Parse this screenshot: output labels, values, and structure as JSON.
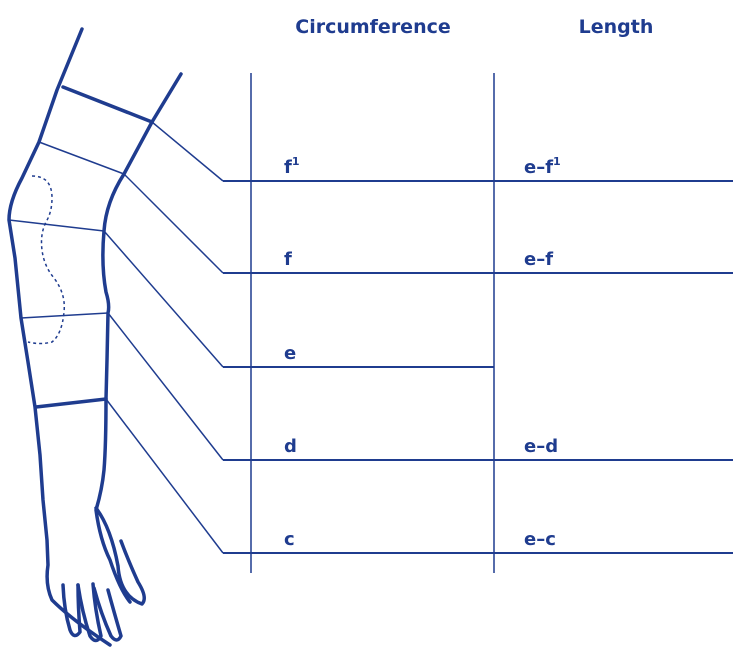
{
  "colors": {
    "ink": "#1f3c8f",
    "background": "#ffffff"
  },
  "headers": {
    "circumference": "Circumference",
    "length": "Length"
  },
  "rows": [
    {
      "circumference": "f",
      "circumference_sup": "1",
      "length": "e–f",
      "length_sup": "1"
    },
    {
      "circumference": "f",
      "circumference_sup": "",
      "length": "e–f",
      "length_sup": ""
    },
    {
      "circumference": "e",
      "circumference_sup": "",
      "length": "",
      "length_sup": ""
    },
    {
      "circumference": "d",
      "circumference_sup": "",
      "length": "e–d",
      "length_sup": ""
    },
    {
      "circumference": "c",
      "circumference_sup": "",
      "length": "e–c",
      "length_sup": ""
    }
  ]
}
